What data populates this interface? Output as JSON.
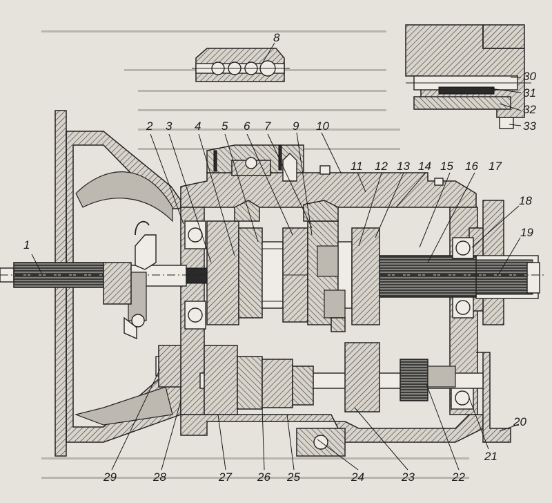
{
  "figure": {
    "callouts": [
      {
        "id": "c1",
        "label": "1"
      },
      {
        "id": "c2",
        "label": "2"
      },
      {
        "id": "c3",
        "label": "3"
      },
      {
        "id": "c4",
        "label": "4"
      },
      {
        "id": "c5",
        "label": "5"
      },
      {
        "id": "c6",
        "label": "6"
      },
      {
        "id": "c7",
        "label": "7"
      },
      {
        "id": "c8",
        "label": "8"
      },
      {
        "id": "c9",
        "label": "9"
      },
      {
        "id": "c10",
        "label": "10"
      },
      {
        "id": "c11",
        "label": "11"
      },
      {
        "id": "c12",
        "label": "12"
      },
      {
        "id": "c13",
        "label": "13"
      },
      {
        "id": "c14",
        "label": "14"
      },
      {
        "id": "c15",
        "label": "15"
      },
      {
        "id": "c16",
        "label": "16"
      },
      {
        "id": "c17",
        "label": "17"
      },
      {
        "id": "c18",
        "label": "18"
      },
      {
        "id": "c19",
        "label": "19"
      },
      {
        "id": "c20",
        "label": "20"
      },
      {
        "id": "c21",
        "label": "21"
      },
      {
        "id": "c22",
        "label": "22"
      },
      {
        "id": "c23",
        "label": "23"
      },
      {
        "id": "c24",
        "label": "24"
      },
      {
        "id": "c25",
        "label": "25"
      },
      {
        "id": "c26",
        "label": "26"
      },
      {
        "id": "c27",
        "label": "27"
      },
      {
        "id": "c28",
        "label": "28"
      },
      {
        "id": "c29",
        "label": "29"
      },
      {
        "id": "c30",
        "label": "30"
      },
      {
        "id": "c31",
        "label": "31"
      },
      {
        "id": "c32",
        "label": "32"
      },
      {
        "id": "c33",
        "label": "33"
      }
    ]
  }
}
